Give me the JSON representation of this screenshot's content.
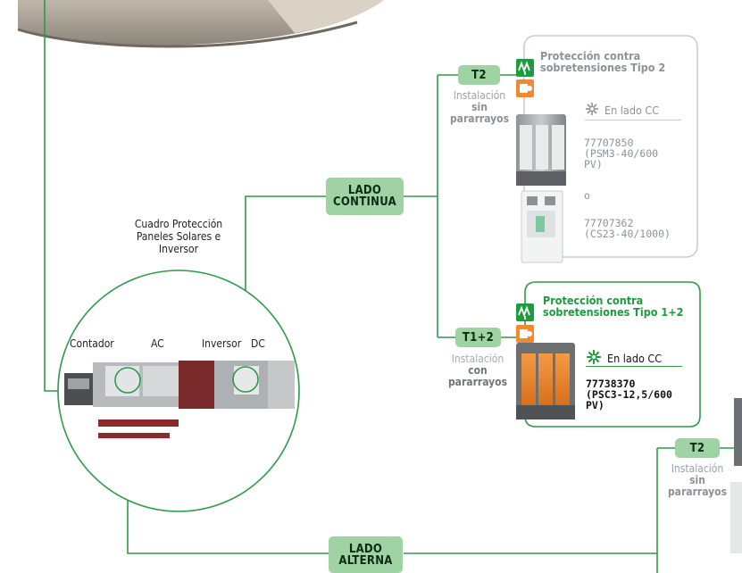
{
  "panel": {
    "title": "Cuadro Protección Paneles Solares e Inversor",
    "title_lines": [
      "Cuadro Protección",
      "Paneles Solares e",
      "Inversor"
    ],
    "labels": {
      "contador": "Contador",
      "ac": "AC",
      "inversor": "Inversor",
      "dc": "DC"
    }
  },
  "branches": {
    "lado_cc": {
      "line1": "LADO",
      "line2": "CONTINUA"
    },
    "lado_ca": {
      "line1": "LADO",
      "line2": "ALTERNA"
    }
  },
  "type2_top": {
    "badge": "T2",
    "install": [
      "Instalación",
      "sin",
      "pararrayos"
    ],
    "title_lines": [
      "Protección contra",
      "sobretensiones Tipo 2"
    ],
    "side_label": "En lado CC",
    "code_a": [
      "77707850",
      "(PSM3-40/600",
      "PV)"
    ],
    "separator": "o",
    "code_b": [
      "77707362",
      "(CS23-40/1000)"
    ]
  },
  "type12": {
    "badge": "T1+2",
    "install": [
      "Instalación",
      "con",
      "pararrayos"
    ],
    "title_lines": [
      "Protección contra",
      "sobretensiones Tipo 1+2"
    ],
    "side_label": "En lado CC",
    "code": [
      "77738370",
      "(PSC3-12,5/600",
      "PV)"
    ]
  },
  "type2_bottom": {
    "badge": "T2",
    "install": [
      "Instalación",
      "sin",
      "pararrayos"
    ]
  },
  "colors": {
    "accent": "#1f9a3f",
    "pill": "#9fd3a4",
    "grey_text": "#8c9398",
    "orange": "#f08a2e"
  },
  "icons": [
    "wave-surge-icon",
    "type-badge-icon",
    "snowflake-icon",
    "leaf-icon"
  ]
}
